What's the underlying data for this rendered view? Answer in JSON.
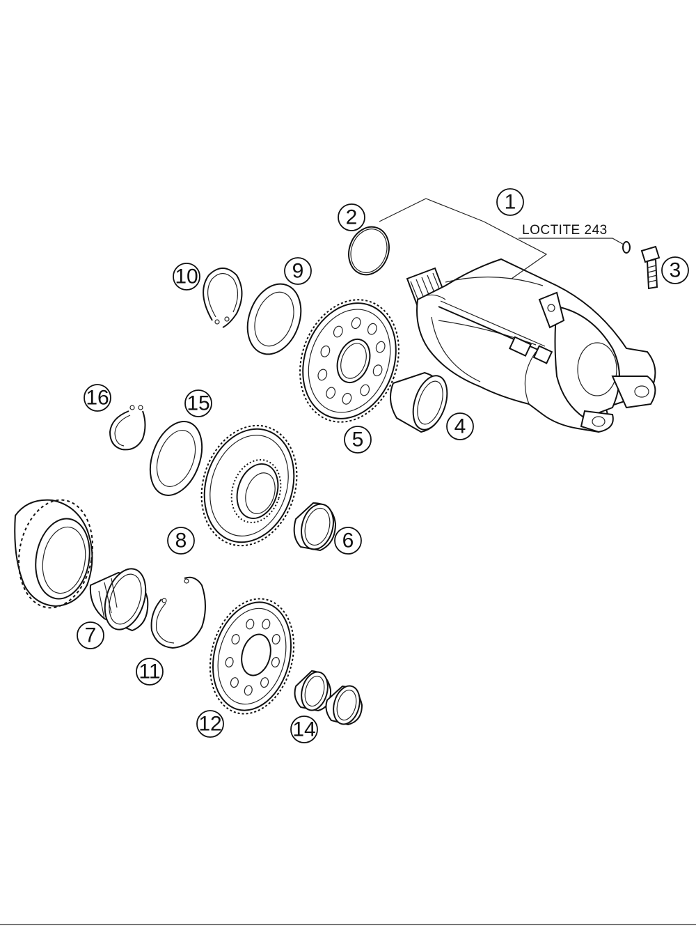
{
  "callouts": [
    {
      "id": "1",
      "label": "1"
    },
    {
      "id": "2",
      "label": "2"
    },
    {
      "id": "3",
      "label": "3"
    },
    {
      "id": "4",
      "label": "4"
    },
    {
      "id": "5",
      "label": "5"
    },
    {
      "id": "6",
      "label": "6"
    },
    {
      "id": "7",
      "label": "7"
    },
    {
      "id": "8",
      "label": "8"
    },
    {
      "id": "9",
      "label": "9"
    },
    {
      "id": "10",
      "label": "10"
    },
    {
      "id": "11",
      "label": "11"
    },
    {
      "id": "12",
      "label": "12"
    },
    {
      "id": "14",
      "label": "14"
    },
    {
      "id": "15",
      "label": "15"
    },
    {
      "id": "16",
      "label": "16"
    }
  ],
  "note": {
    "text": "LOCTITE 243"
  }
}
